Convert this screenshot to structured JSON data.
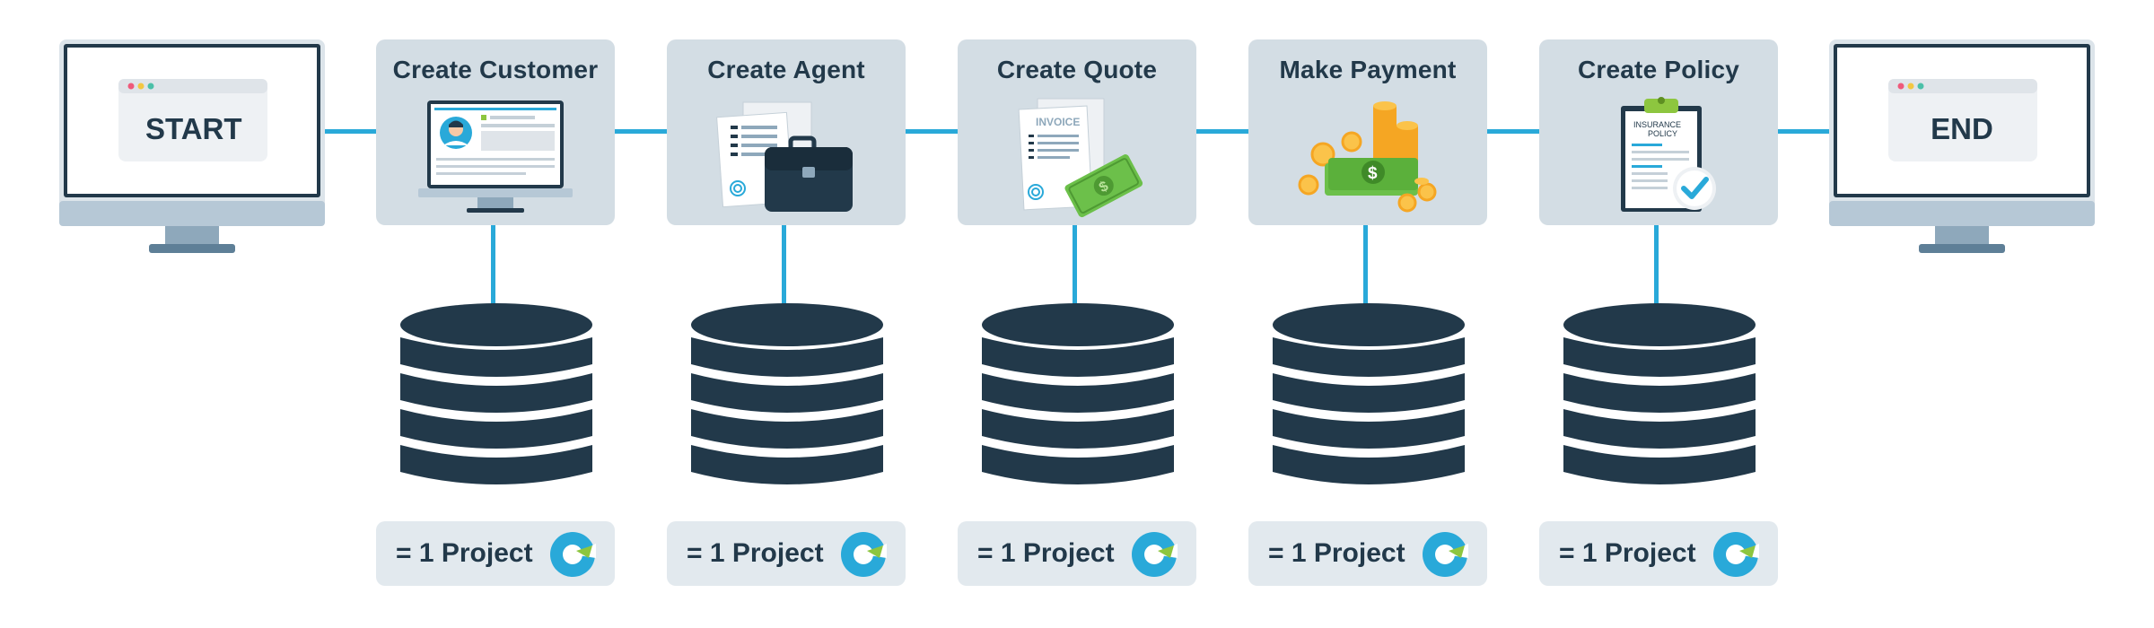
{
  "start": {
    "label": "START"
  },
  "end": {
    "label": "END"
  },
  "steps": [
    {
      "title": "Create Customer",
      "icon": "customer-profile-screen-icon"
    },
    {
      "title": "Create Agent",
      "icon": "briefcase-documents-icon"
    },
    {
      "title": "Create Quote",
      "icon": "invoice-money-icon",
      "invoice_label": "INVOICE"
    },
    {
      "title": "Make Payment",
      "icon": "coins-cash-icon"
    },
    {
      "title": "Create Policy",
      "icon": "insurance-clipboard-icon",
      "policy_label_1": "INSURANCE",
      "policy_label_2": "POLICY"
    }
  ],
  "badges": [
    {
      "label": "= 1 Project"
    },
    {
      "label": "= 1 Project"
    },
    {
      "label": "= 1 Project"
    },
    {
      "label": "= 1 Project"
    },
    {
      "label": "= 1 Project"
    }
  ],
  "colors": {
    "connector": "#29a9d9",
    "card": "#d3dde4",
    "database": "#22394a",
    "text": "#22394a",
    "logo_blue": "#29a9d9",
    "logo_green": "#8dc63f"
  }
}
